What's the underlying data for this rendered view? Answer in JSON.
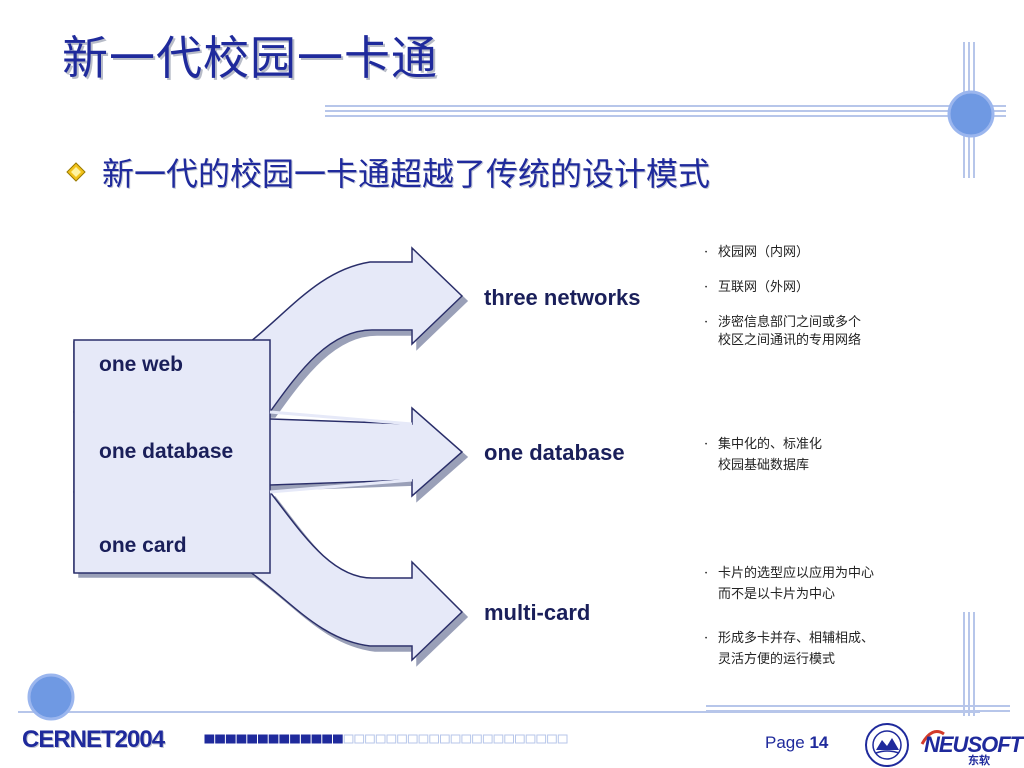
{
  "title": "新一代校园一卡通",
  "bullet": "新一代的校园一卡通超越了传统的设计模式",
  "left_items": [
    "one web",
    "one database",
    "one card"
  ],
  "right_labels": [
    "three networks",
    "one database",
    "multi-card"
  ],
  "notes": {
    "networks": [
      {
        "lines": [
          "校园网（内网）"
        ]
      },
      {
        "lines": [
          "互联网（外网）"
        ]
      },
      {
        "lines": [
          "涉密信息部门之间或多个",
          "校区之间通讯的专用网络"
        ]
      }
    ],
    "database": [
      {
        "lines": [
          "集中化的、标准化",
          "校园基础数据库"
        ]
      }
    ],
    "card": [
      {
        "lines": [
          "卡片的选型应以应用为中心",
          "而不是以卡片为中心"
        ]
      },
      {
        "lines": [
          "形成多卡并存、相辅相成、",
          "灵活方便的运行模式"
        ]
      }
    ]
  },
  "note_bullet": "·",
  "footer": {
    "brand": "CERNET2004",
    "page_label": "Page",
    "page_number": "14",
    "logo_text": "NEUSOFT",
    "logo_sub": "东软",
    "progress_filled": 13,
    "progress_total": 34
  },
  "colors": {
    "title": "#1f2a9c",
    "arrow_fill": "#e6e9f8",
    "arrow_stroke": "#2a2f6a",
    "accent_circle": "#6f99e3",
    "rule": "#b7c6ea"
  },
  "icons": [
    "bullet-diamond-icon",
    "university-seal-icon",
    "neusoft-logo-icon"
  ]
}
